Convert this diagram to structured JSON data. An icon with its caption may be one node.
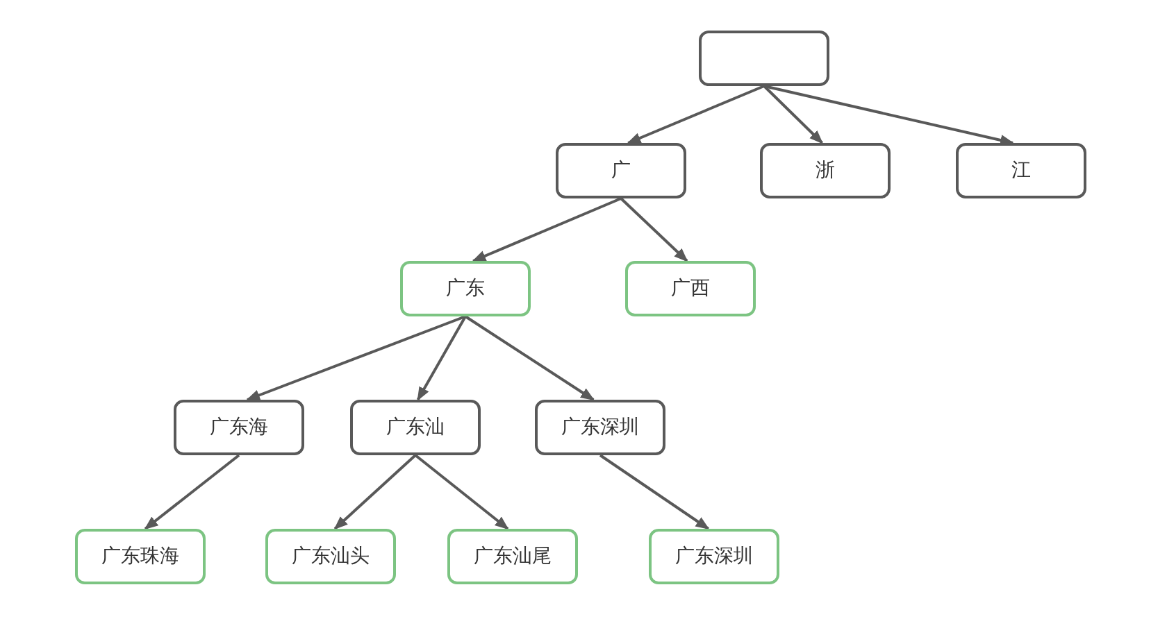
{
  "diagram": {
    "nodes": [
      {
        "text": [],
        "shape": "box"
      },
      {
        "text": [
          "广"
        ]
      },
      {
        "text": [
          "浙"
        ]
      },
      {
        "text": [
          "江"
        ]
      },
      {
        "text": [
          "广东"
        ]
      },
      {
        "text": [
          "广西"
        ]
      },
      {
        "text": [
          "广东海"
        ]
      },
      {
        "text": [
          "广东汕"
        ]
      },
      {
        "text": [
          "广东深圳"
        ]
      },
      {
        "text": [
          "广东珠海"
        ]
      },
      {
        "text": [
          "广东汕头"
        ]
      },
      {
        "text": [
          "广东汕尾"
        ]
      },
      {
        "text": [
          "广东深圳"
        ]
      }
    ],
    "edges": [
      {
        "from": 0,
        "to": 1,
        "arrow": "to"
      },
      {
        "from": 0,
        "to": 2,
        "arrow": "to"
      },
      {
        "from": 0,
        "to": 3,
        "arrow": "to"
      },
      {
        "from": 1,
        "to": 4,
        "arrow": "to"
      },
      {
        "from": 1,
        "to": 5,
        "arrow": "to"
      },
      {
        "from": 4,
        "to": 6,
        "arrow": "to"
      },
      {
        "from": 4,
        "to": 7,
        "arrow": "to"
      },
      {
        "from": 4,
        "to": 8,
        "arrow": "to"
      },
      {
        "from": 6,
        "to": 9,
        "arrow": "to"
      },
      {
        "from": 7,
        "to": 10,
        "arrow": "to"
      },
      {
        "from": 7,
        "to": 11,
        "arrow": "to"
      },
      {
        "from": 8,
        "to": 12,
        "arrow": "to"
      }
    ]
  }
}
